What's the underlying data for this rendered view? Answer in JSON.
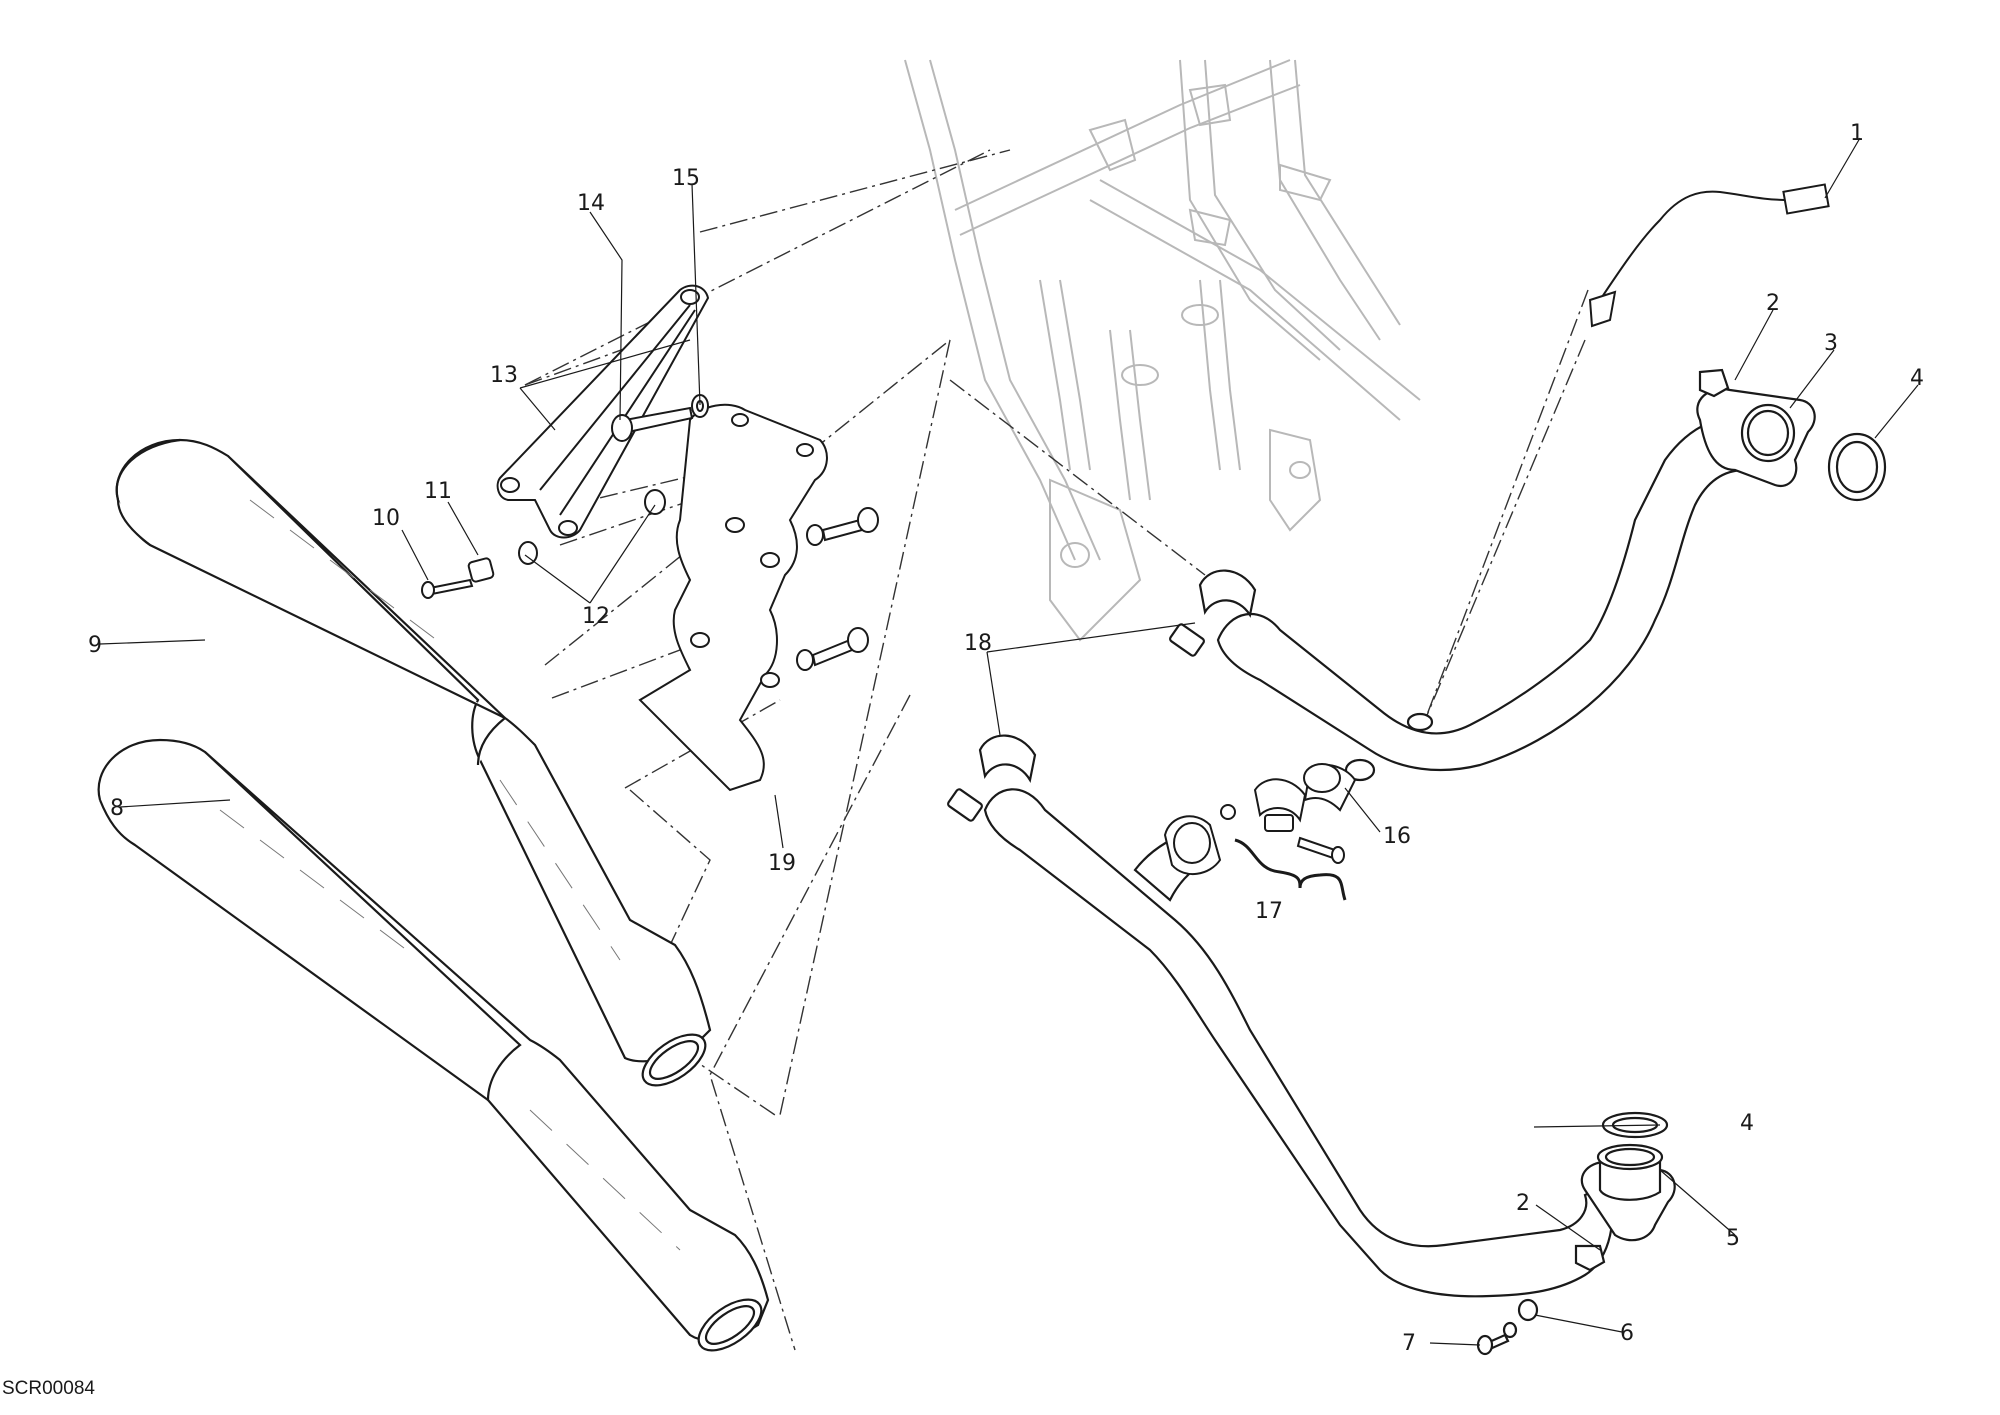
{
  "drawing_code": "SCR00084",
  "callouts": [
    {
      "id": "c1",
      "text": "1"
    },
    {
      "id": "c2a",
      "text": "2"
    },
    {
      "id": "c3",
      "text": "3"
    },
    {
      "id": "c4a",
      "text": "4"
    },
    {
      "id": "c2b",
      "text": "2"
    },
    {
      "id": "c4b",
      "text": "4"
    },
    {
      "id": "c5",
      "text": "5"
    },
    {
      "id": "c6",
      "text": "6"
    },
    {
      "id": "c7",
      "text": "7"
    },
    {
      "id": "c8",
      "text": "8"
    },
    {
      "id": "c9",
      "text": "9"
    },
    {
      "id": "c10",
      "text": "10"
    },
    {
      "id": "c11",
      "text": "11"
    },
    {
      "id": "c12",
      "text": "12"
    },
    {
      "id": "c13",
      "text": "13"
    },
    {
      "id": "c14",
      "text": "14"
    },
    {
      "id": "c15",
      "text": "15"
    },
    {
      "id": "c16",
      "text": "16"
    },
    {
      "id": "c17",
      "text": "17"
    },
    {
      "id": "c18",
      "text": "18"
    },
    {
      "id": "c19",
      "text": "19"
    }
  ]
}
